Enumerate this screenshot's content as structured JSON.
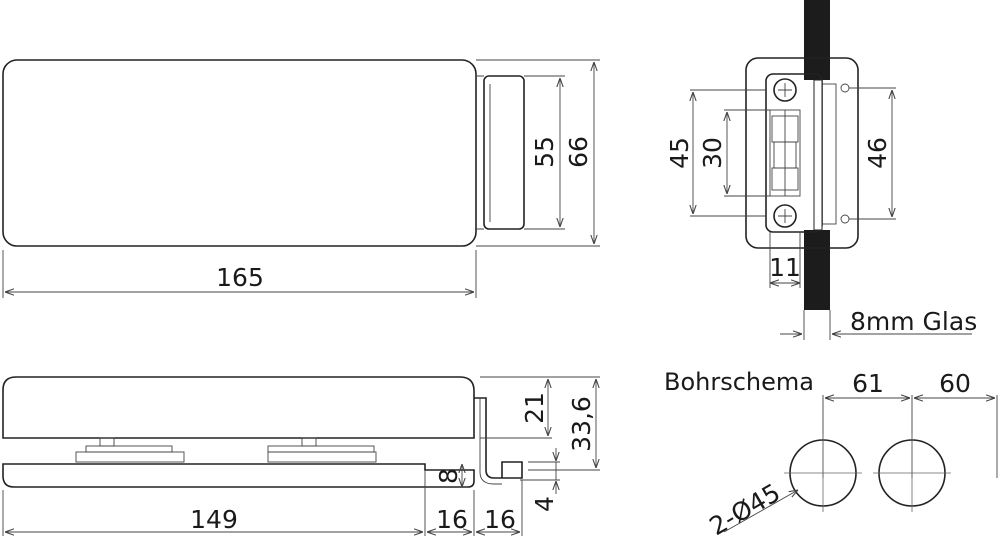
{
  "dimensions": {
    "top_view_length": "165",
    "top_view_height_inner": "55",
    "top_view_height_outer": "66",
    "side_hole_span": "45",
    "side_slot": "30",
    "side_height": "46",
    "side_offset": "11",
    "glass_thickness": "8mm Glas",
    "front_height_upper": "21",
    "front_height_total": "33,6",
    "front_plate_thickness": "8",
    "front_base": "4",
    "front_length": "149",
    "front_step_a": "16",
    "front_step_b": "16",
    "drill_spacing_a": "61",
    "drill_spacing_b": "60",
    "drill_holes": "2-Ø45"
  },
  "labels": {
    "drilling_scheme": "Bohrschema"
  }
}
